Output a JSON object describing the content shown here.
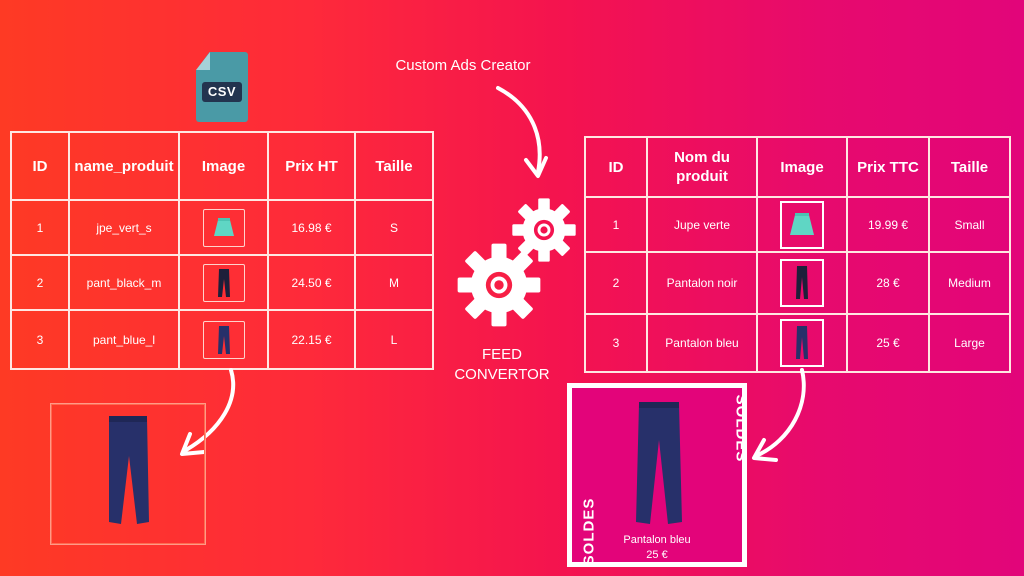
{
  "csv_icon": {
    "label": "CSV"
  },
  "creator_label": "Custom Ads Creator",
  "convertor_label_line1": "FEED",
  "convertor_label_line2": "CONVERTOR",
  "left_table": {
    "headers": [
      "ID",
      "name_produit",
      "Image",
      "Prix HT",
      "Taille"
    ],
    "rows": [
      {
        "id": "1",
        "name": "jpe_vert_s",
        "image": "green-skirt",
        "price": "16.98 €",
        "size": "S"
      },
      {
        "id": "2",
        "name": "pant_black_m",
        "image": "black-pants",
        "price": "24.50 €",
        "size": "M"
      },
      {
        "id": "3",
        "name": "pant_blue_l",
        "image": "blue-pants",
        "price": "22.15 €",
        "size": "L"
      }
    ]
  },
  "right_table": {
    "headers": [
      "ID",
      "Nom du produit",
      "Image",
      "Prix TTC",
      "Taille"
    ],
    "rows": [
      {
        "id": "1",
        "name": "Jupe verte",
        "image": "green-skirt",
        "price": "19.99 €",
        "size": "Small"
      },
      {
        "id": "2",
        "name": "Pantalon noir",
        "image": "black-pants",
        "price": "28 €",
        "size": "Medium"
      },
      {
        "id": "3",
        "name": "Pantalon bleu",
        "image": "blue-pants",
        "price": "25 €",
        "size": "Large"
      }
    ]
  },
  "ad_preview": {
    "badge_top": "SOLDES",
    "badge_bottom": "SOLDES",
    "product_name": "Pantalon bleu",
    "product_price": "25 €"
  },
  "colors": {
    "gradient_start": "#fe3a24",
    "gradient_end": "#e2057a",
    "csv_teal": "#4a9aa6",
    "csv_navy": "#23344f",
    "skirt_green": "#5fd6c4",
    "pants_blue": "#27306a"
  }
}
